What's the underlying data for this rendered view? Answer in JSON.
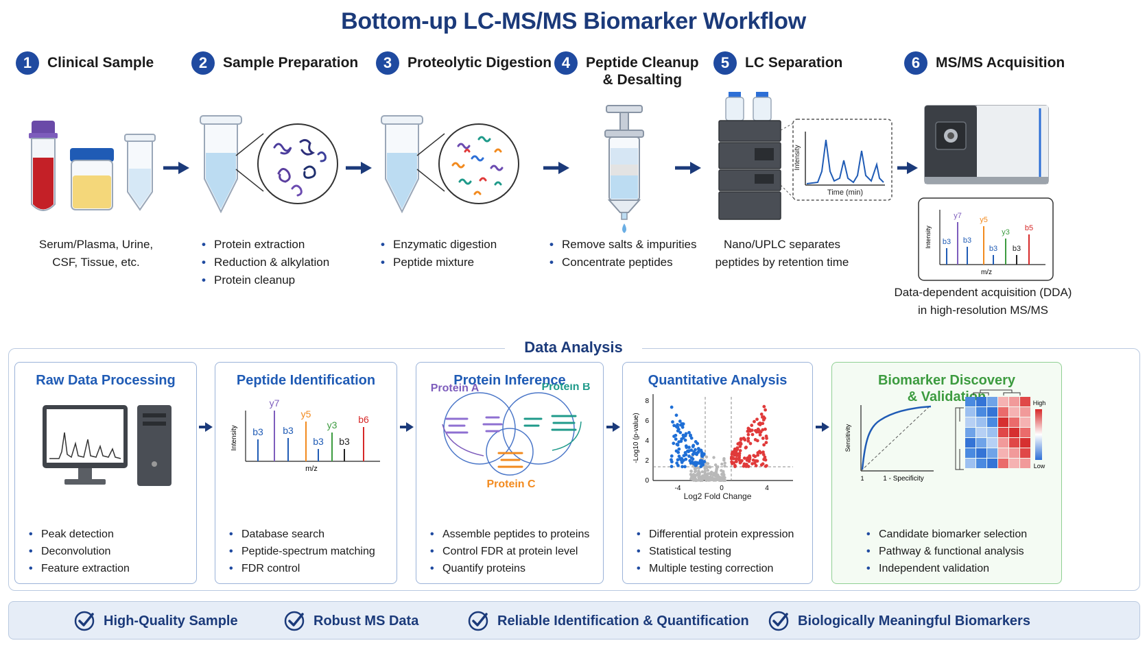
{
  "title": "Bottom-up LC-MS/MS Biomarker Workflow",
  "steps": [
    {
      "num": "1",
      "title": "Clinical Sample",
      "desc": [
        "Serum/Plasma, Urine,",
        "CSF, Tissue, etc."
      ]
    },
    {
      "num": "2",
      "title": "Sample Preparation",
      "bullets": [
        "Protein extraction",
        "Reduction & alkylation",
        "Protein cleanup"
      ]
    },
    {
      "num": "3",
      "title": "Proteolytic Digestion",
      "bullets": [
        "Enzymatic digestion",
        "Peptide mixture"
      ]
    },
    {
      "num": "4",
      "title": "Peptide Cleanup",
      "title2": "& Desalting",
      "bullets": [
        "Remove salts & impurities",
        "Concentrate peptides"
      ]
    },
    {
      "num": "5",
      "title": "LC Separation",
      "desc": [
        "Nano/UPLC separates",
        "peptides by retention time"
      ],
      "chrom": {
        "ylabel": "Intensity",
        "xlabel": "Time (min)"
      }
    },
    {
      "num": "6",
      "title": "MS/MS Acquisition",
      "desc": [
        "Data-dependent acquisition (DDA)",
        "in high-resolution MS/MS"
      ],
      "spectrum": {
        "ylabel": "Intensity",
        "xlabel": "m/z",
        "ions": [
          "b3",
          "y7",
          "b3",
          "y5",
          "b3",
          "y3",
          "b3",
          "b5"
        ]
      }
    }
  ],
  "data_analysis": {
    "title": "Data Analysis",
    "panels": [
      {
        "title": "Raw Data Processing",
        "bullets": [
          "Peak detection",
          "Deconvolution",
          "Feature extraction"
        ]
      },
      {
        "title": "Peptide Identification",
        "bullets": [
          "Database search",
          "Peptide-spectrum matching",
          "FDR control"
        ],
        "spectrum": {
          "ylabel": "Intensity",
          "xlabel": "m/z",
          "ions": [
            "b3",
            "y7",
            "b3",
            "y5",
            "b3",
            "y3",
            "b3",
            "b6"
          ]
        }
      },
      {
        "title": "Protein Inference",
        "bullets": [
          "Assemble peptides to proteins",
          "Control FDR at protein level",
          "Quantify proteins"
        ],
        "labels": [
          "Protein A",
          "Protein B",
          "Protein C"
        ]
      },
      {
        "title": "Quantitative Analysis",
        "bullets": [
          "Differential protein expression",
          "Statistical testing",
          "Multiple testing correction"
        ],
        "volcano": {
          "xlabel": "Log2 Fold Change",
          "ylabel": "-Log10 (p-value)",
          "xticks": [
            "-4",
            "0",
            "4"
          ],
          "yticks": [
            "0",
            "2",
            "4",
            "6",
            "8"
          ]
        }
      },
      {
        "title": "Biomarker Discovery",
        "title2": "& Validation",
        "bullets": [
          "Candidate biomarker selection",
          "Pathway & functional analysis",
          "Independent validation"
        ],
        "roc": {
          "ylabel": "Sensitivity",
          "xlabel": "1 - Specificity",
          "x0": "1"
        },
        "heatmap": {
          "high": "High",
          "low": "Low"
        }
      }
    ]
  },
  "footer": [
    "High-Quality Sample",
    "Robust MS Data",
    "Reliable Identification & Quantification",
    "Biologically Meaningful Biomarkers"
  ],
  "colors": {
    "primary": "#1f4aa0",
    "accent_green": "#3c9b3f",
    "up": "#e03a3a",
    "down": "#1f6fd6"
  }
}
